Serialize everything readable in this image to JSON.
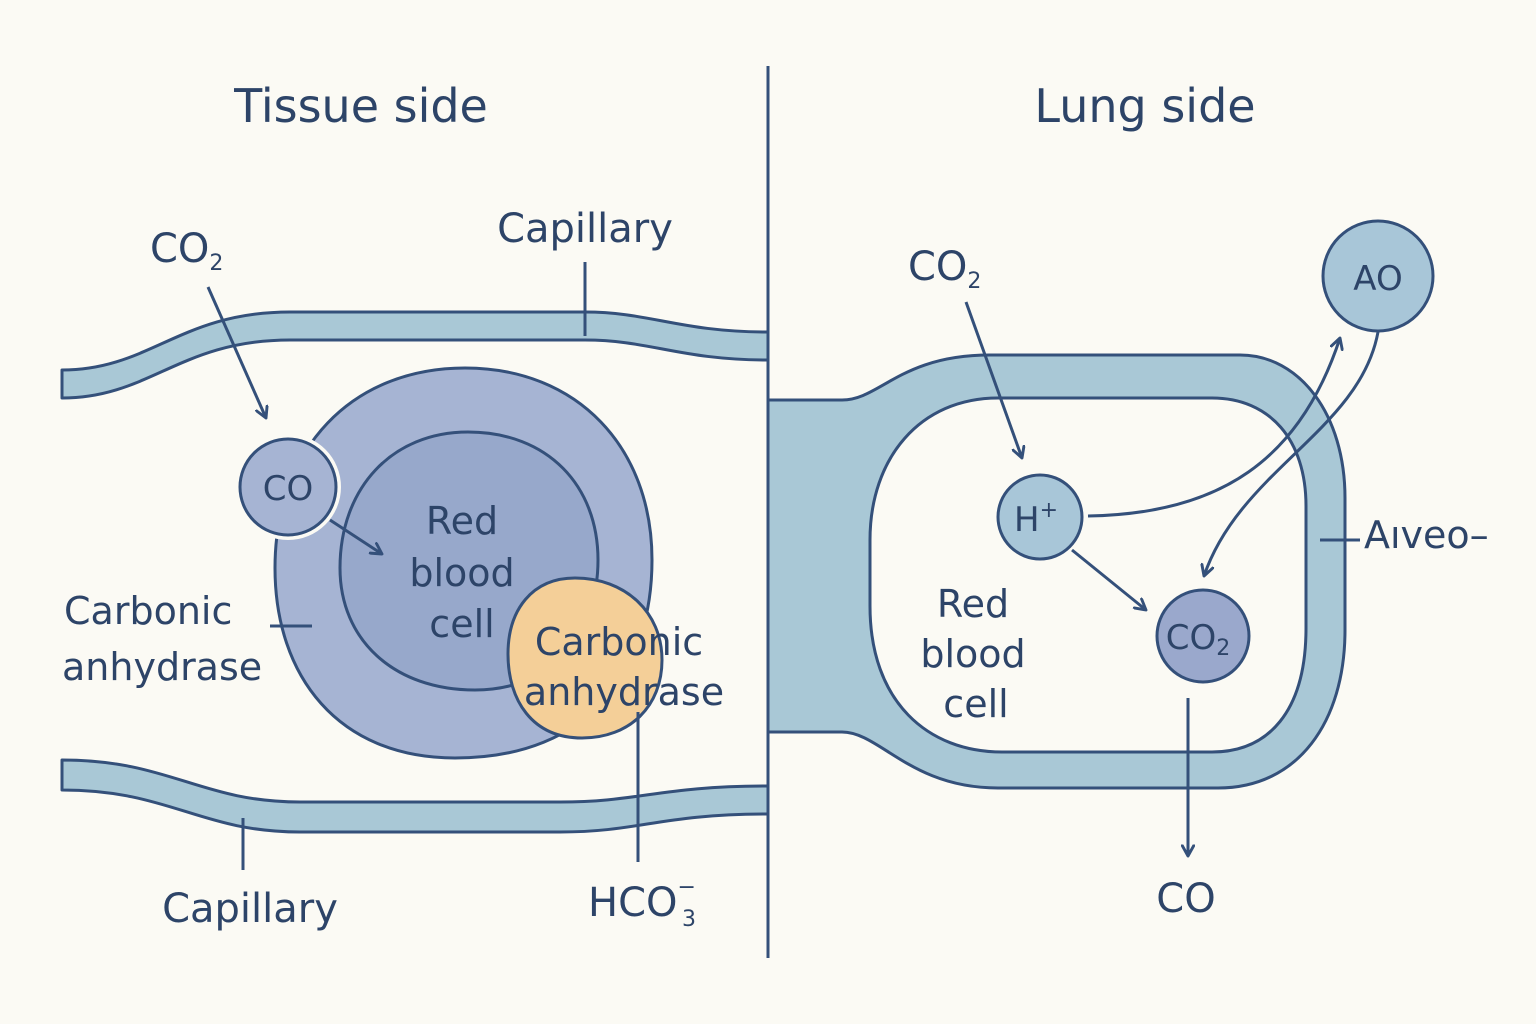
{
  "tissue": {
    "title": "Tissue side",
    "co2_in": {
      "main": "CO",
      "sub": "2"
    },
    "capillary_top": "Capillary",
    "capillary_bottom": "Capillary",
    "co_circle": "CO",
    "rbc_line1": "Red",
    "rbc_line2": "blood",
    "rbc_line3": "cell",
    "ca_left_line1": "Carbonic",
    "ca_left_line2": "anhydrase",
    "ca_right_line1": "Carbonic",
    "ca_right_line2": "anhydrase",
    "hco3": {
      "main": "HCO",
      "sub": "3",
      "sup": "−"
    }
  },
  "lung": {
    "title": "Lung side",
    "co2_in": {
      "main": "CO",
      "sub": "2"
    },
    "ao_circle": "AO",
    "h_circle": {
      "main": "H",
      "sup": "+"
    },
    "co2_circle": {
      "main": "CO",
      "sub": "2"
    },
    "rbc_line1": "Red",
    "rbc_line2": "blood",
    "rbc_line3": "cell",
    "alveo": "Aıveo–",
    "co_out": "CO"
  },
  "colors": {
    "background": "#fbfaf4",
    "stroke": "#34507a",
    "text": "#2d4468",
    "capillary_fill": "#a9c8d6",
    "rbc_outer": "#a6b4d3",
    "rbc_inner": "#97a8cb",
    "enzyme": "#f4cf98",
    "molecule": "#a8c6d8",
    "co2_molecule": "#9aa8cc"
  }
}
